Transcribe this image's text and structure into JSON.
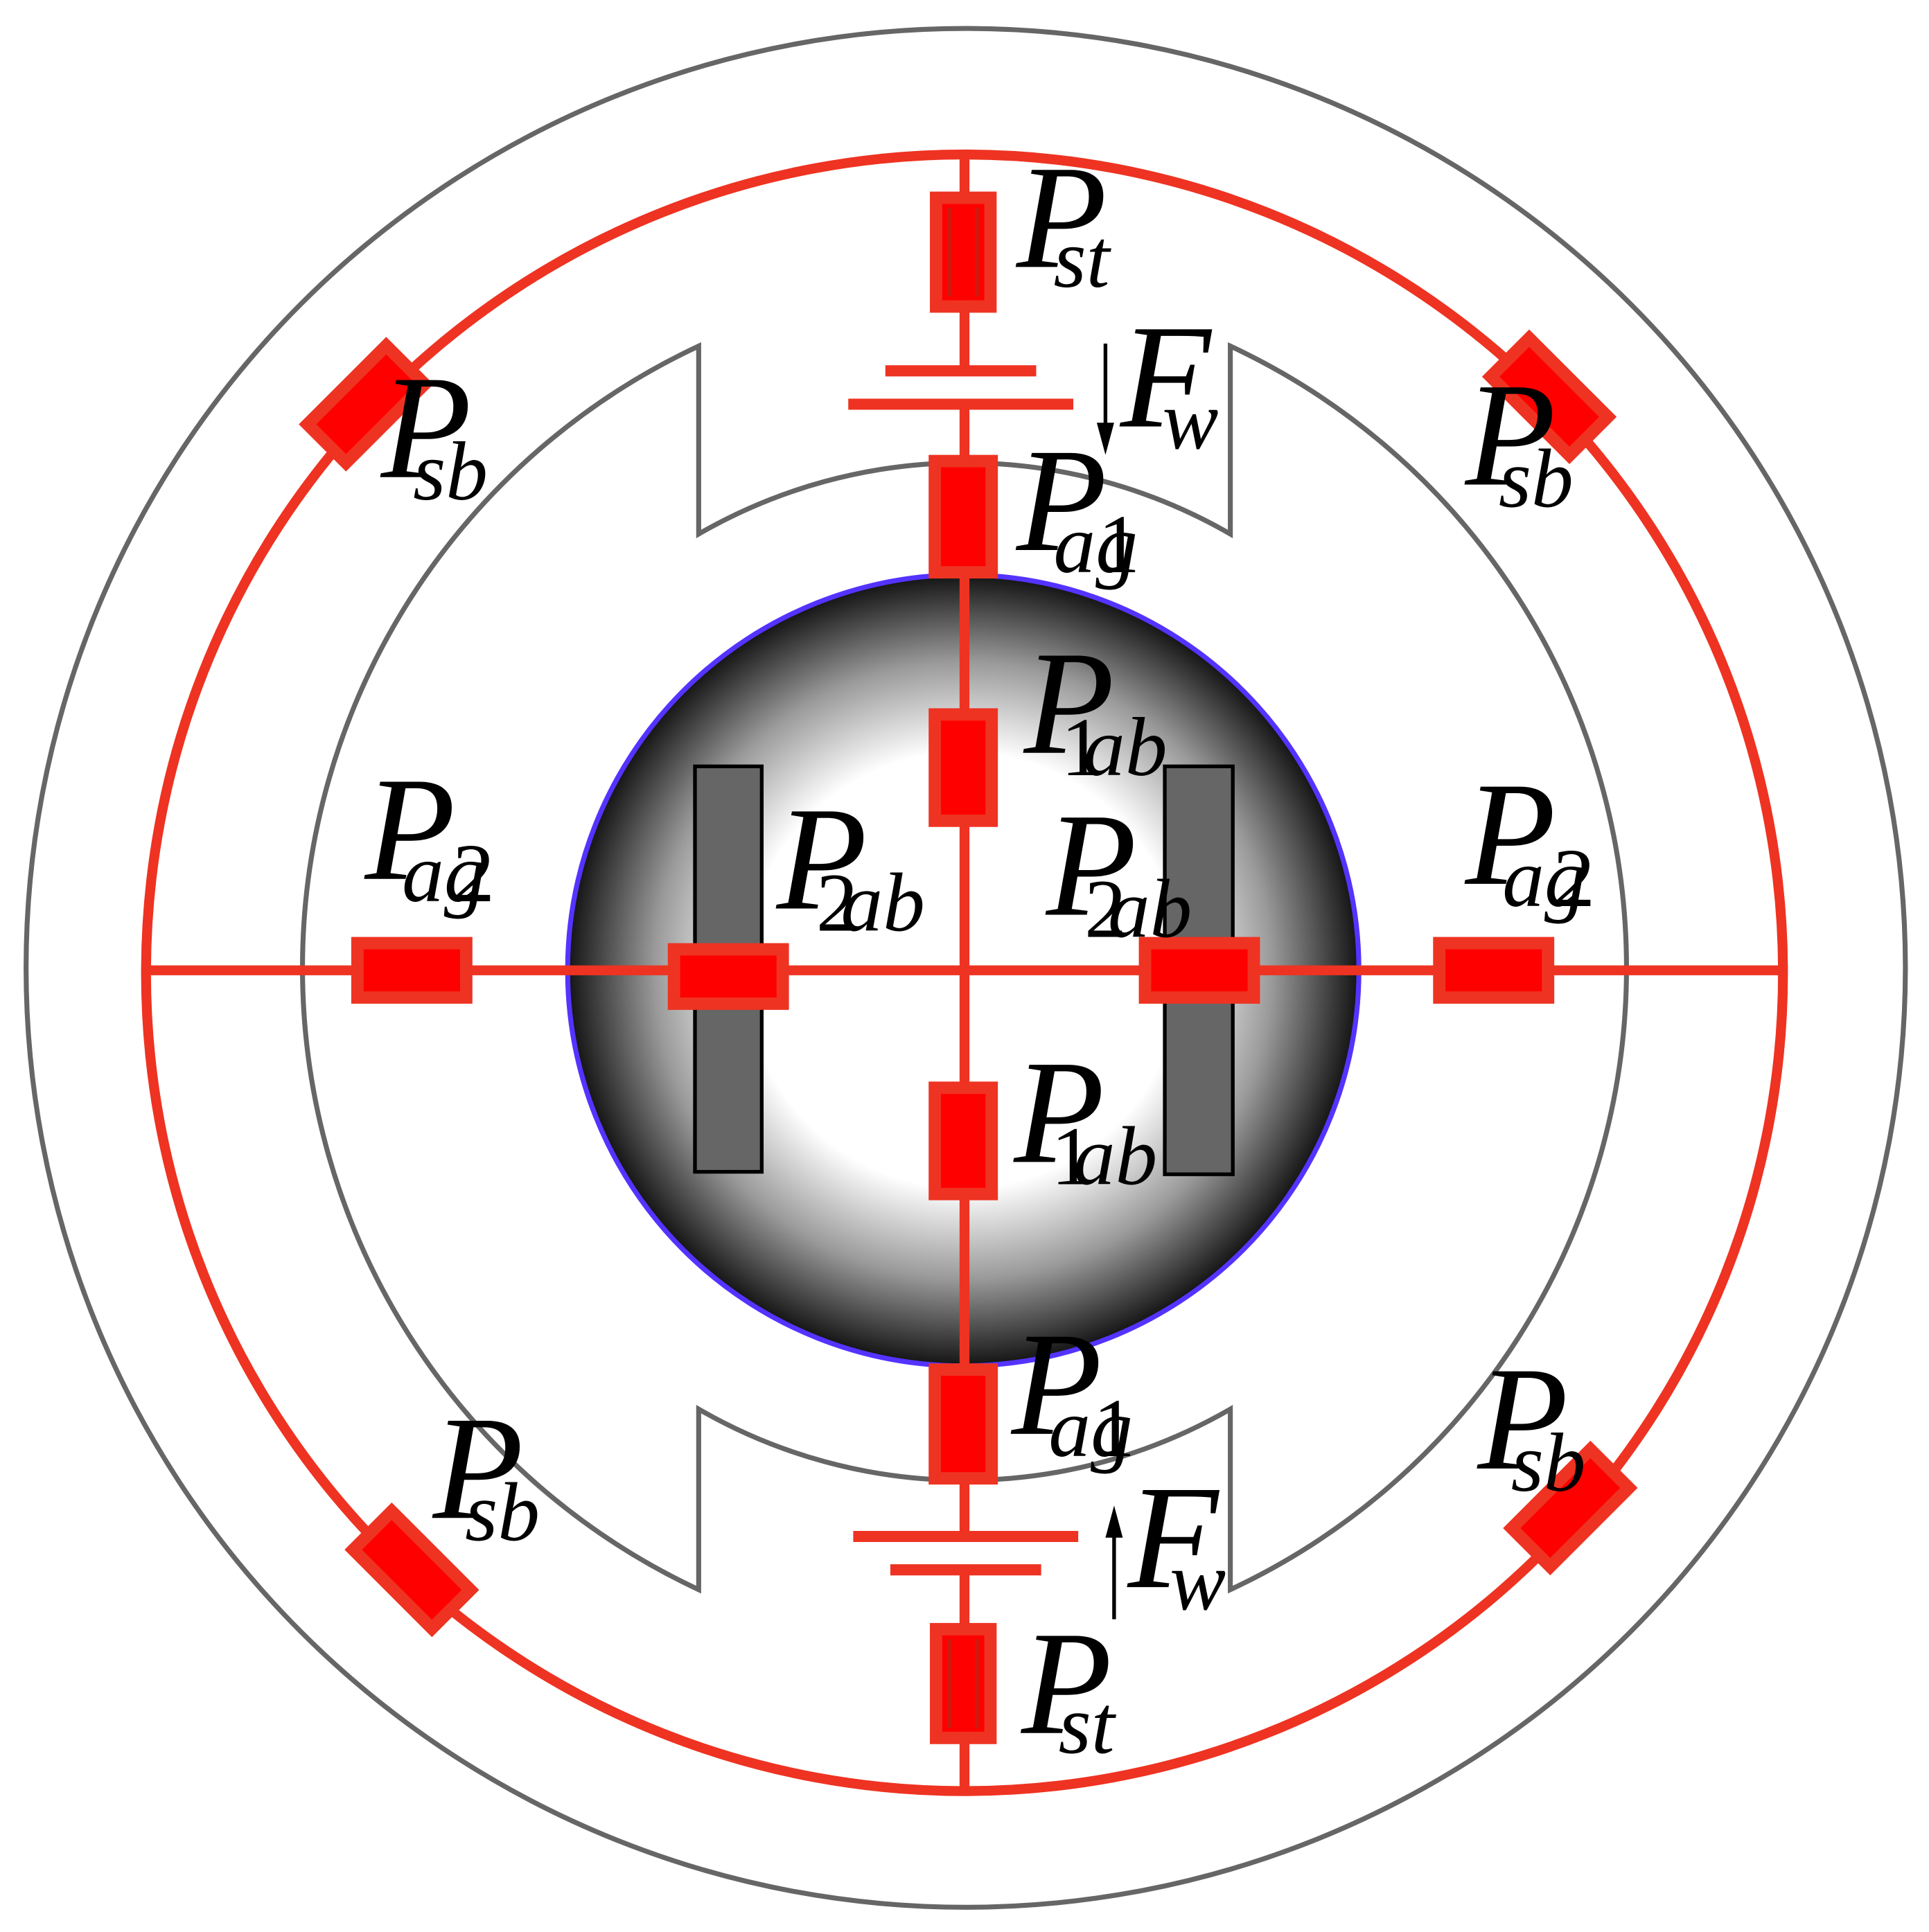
{
  "colors": {
    "circuit": "#ee3322",
    "element_fill": "#ff0000",
    "outline": "#666666",
    "rotor_edge": "#5533ff",
    "magnet": "#666666",
    "text": "#000000"
  },
  "labels": {
    "p": "P",
    "f": "F",
    "st": "st",
    "sb": "sb",
    "ag": "ag",
    "ab": "ab",
    "one": "1",
    "two": "2",
    "w": "w"
  }
}
